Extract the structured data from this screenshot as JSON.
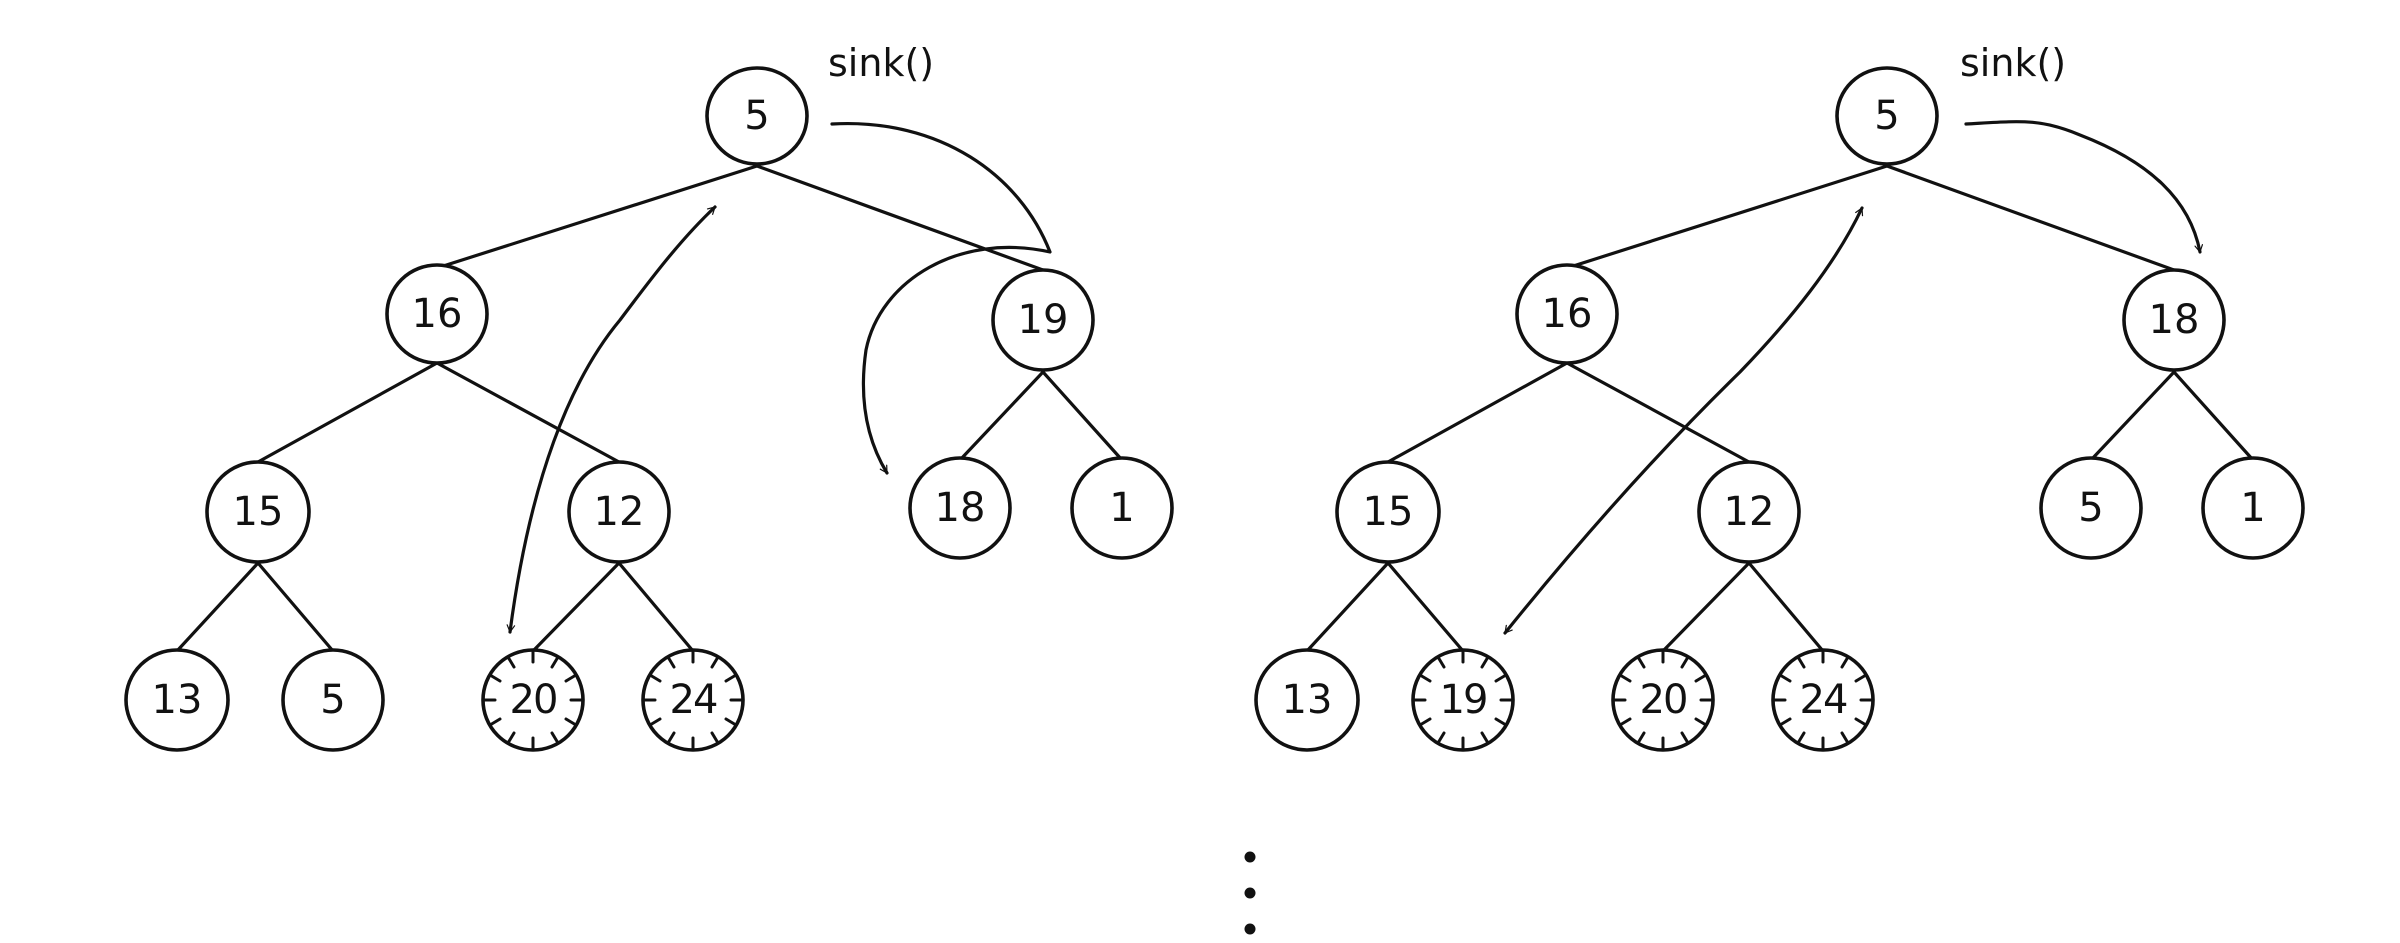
{
  "panels": [
    {
      "annotation": "sink()",
      "nodes": {
        "root": {
          "value": "5",
          "sorted": false
        },
        "l": {
          "value": "16",
          "sorted": false
        },
        "r": {
          "value": "19",
          "sorted": false
        },
        "ll": {
          "value": "15",
          "sorted": false
        },
        "lr": {
          "value": "12",
          "sorted": false
        },
        "rl": {
          "value": "18",
          "sorted": false
        },
        "rr": {
          "value": "1",
          "sorted": false
        },
        "lll": {
          "value": "13",
          "sorted": false
        },
        "llr": {
          "value": "5",
          "sorted": false
        },
        "lrl": {
          "value": "20",
          "sorted": true
        },
        "lrr": {
          "value": "24",
          "sorted": true
        }
      }
    },
    {
      "annotation": "sink()",
      "nodes": {
        "root": {
          "value": "5",
          "sorted": false
        },
        "l": {
          "value": "16",
          "sorted": false
        },
        "r": {
          "value": "18",
          "sorted": false
        },
        "ll": {
          "value": "15",
          "sorted": false
        },
        "lr": {
          "value": "12",
          "sorted": false
        },
        "rl": {
          "value": "5",
          "sorted": false
        },
        "rr": {
          "value": "1",
          "sorted": false
        },
        "lll": {
          "value": "13",
          "sorted": false
        },
        "llr": {
          "value": "19",
          "sorted": true
        },
        "lrl": {
          "value": "20",
          "sorted": true
        },
        "lrr": {
          "value": "24",
          "sorted": true
        }
      }
    }
  ],
  "continuation_glyph": "vertical-ellipsis"
}
